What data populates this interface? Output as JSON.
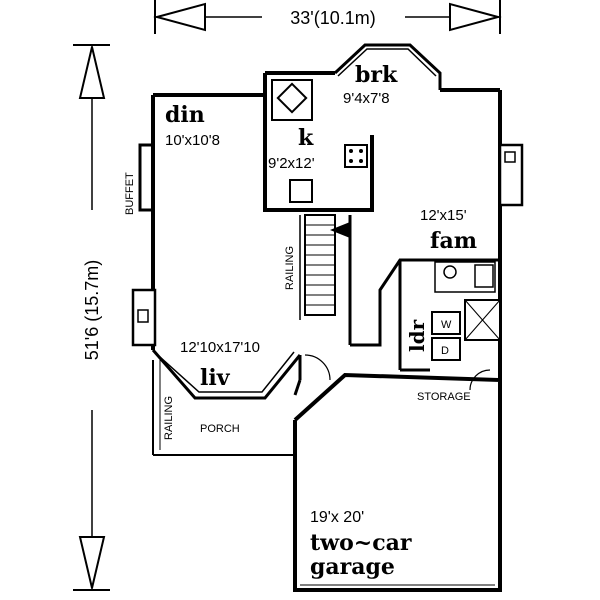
{
  "dimensions": {
    "width_label": "33'(10.1m)",
    "depth_label": "51'6 (15.7m)"
  },
  "rooms": {
    "breakfast": {
      "name": "brk",
      "size": "9'4x7'8"
    },
    "dining": {
      "name": "din",
      "size": "10'x10'8"
    },
    "kitchen": {
      "name": "k",
      "size": "9'2x12'"
    },
    "family": {
      "name": "fam",
      "size": "12'x15'"
    },
    "laundry": {
      "name": "ldr"
    },
    "living": {
      "name": "liv",
      "size": "12'10x17'10"
    },
    "garage": {
      "name_line1": "two~car",
      "name_line2": "garage",
      "size": "19'x 20'"
    }
  },
  "labels": {
    "buffet": "BUFFET",
    "railing_stair": "RAILING",
    "railing_porch": "RAILING",
    "porch": "PORCH",
    "storage": "STORAGE",
    "washer": "W",
    "dryer": "D"
  }
}
